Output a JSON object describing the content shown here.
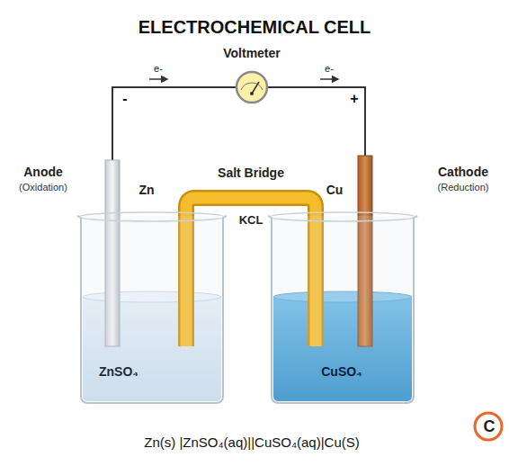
{
  "diagram": {
    "title": "ELECTROCHEMICAL CELL",
    "caption": "Zn(s) |ZnSO₄(aq)||CuSO₄(aq)|Cu(S)",
    "labels": [
      "Voltmeter",
      "e-",
      "e-",
      "-",
      "+",
      "Anode",
      "(Oxidation)",
      "Zn",
      "Salt Bridge",
      "KCL",
      "Cu",
      "Cathode",
      "(Reduction)",
      "ZnSO₄",
      "CuSO₄",
      "C"
    ]
  }
}
